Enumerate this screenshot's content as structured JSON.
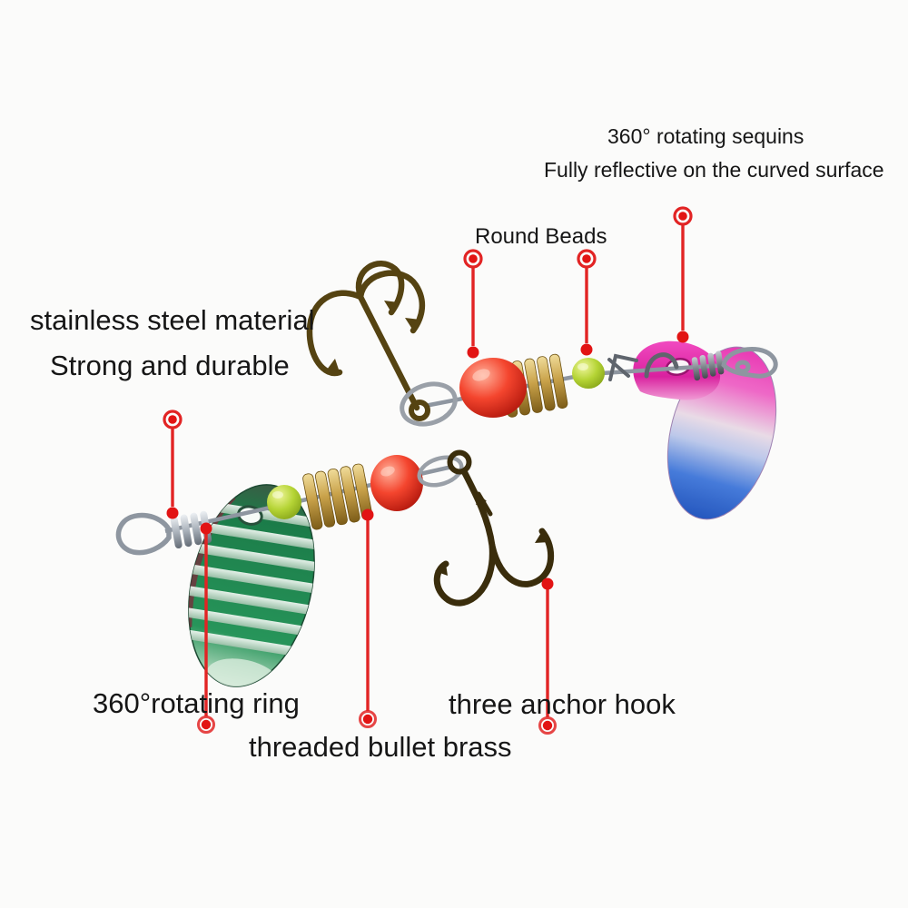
{
  "labels": {
    "sequins_line1": "360° rotating sequins",
    "sequins_line2": "Fully reflective on the curved surface",
    "round_beads": "Round Beads",
    "steel_line1": "stainless steel material",
    "steel_line2": "Strong and durable",
    "rotating_ring": "360°rotating ring",
    "anchor_hook": "three anchor hook",
    "bullet_brass": "threaded bullet brass"
  },
  "colors": {
    "background": "#fbfbfa",
    "text": "#161616",
    "callout_red": "#e22424",
    "bead_red": "#e73523",
    "bead_green": "#b8d235",
    "brass": "#c3a04a",
    "blade_pink": "#e93bb6",
    "blade_blue": "#2b62cc",
    "blade_green": "#1f8a52",
    "hook_bronze": "#554312",
    "wire_silver": "#8e96a0"
  },
  "parts": [
    "snap-swivel",
    "spinner-blade",
    "round-beads",
    "threaded-bullet-brass-body",
    "treble-hook"
  ]
}
